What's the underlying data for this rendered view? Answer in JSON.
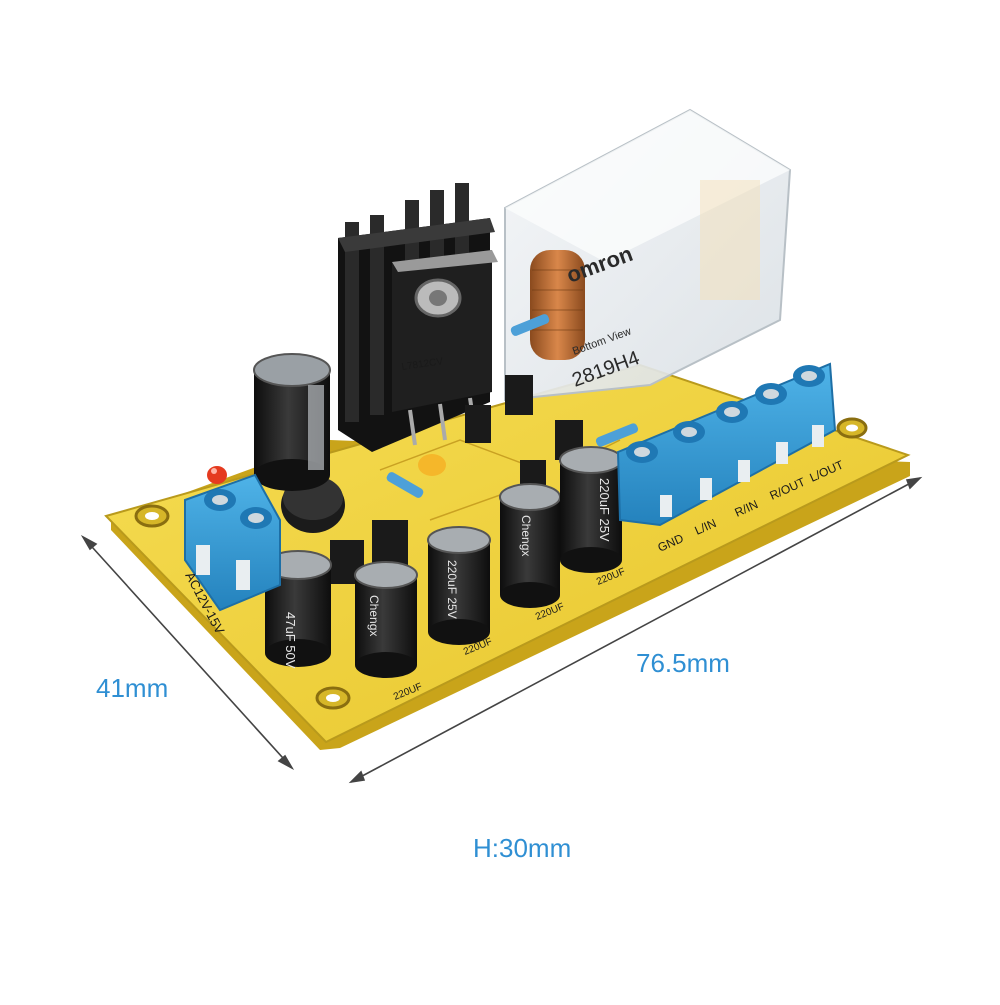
{
  "dimensions": {
    "width": "41mm",
    "length": "76.5mm",
    "height": "H:30mm"
  },
  "board": {
    "power_input_label": "AC12V-15V",
    "terminal_labels": [
      "GND",
      "L/IN",
      "R/IN",
      "R/OUT",
      "L/OUT"
    ],
    "relay_brand": "omron",
    "relay_model": "2819H4",
    "relay_bottom_view": "Bottom View",
    "regulator_marking": "L7812CV",
    "cap_brand": "Chengx",
    "cap_labels": [
      "220UF",
      "220UF",
      "220UF",
      "220UF"
    ],
    "cap_small_marks": [
      "220uF 25V",
      "220uF 25V",
      "47uF 50V"
    ]
  },
  "colors": {
    "dimension_text": "#2f8fd3",
    "pcb": "#efd13a",
    "terminal_block": "#3a9fd6",
    "heatsink": "#1a1a1a",
    "capacitor": "#1e1e1e"
  }
}
